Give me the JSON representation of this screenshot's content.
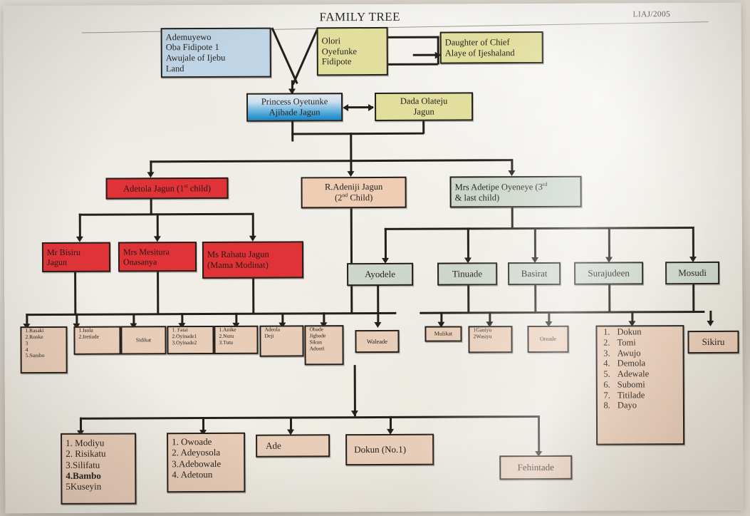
{
  "document": {
    "title": "FAMILY TREE",
    "code": "LIAJ/2005"
  },
  "nodes": {
    "ademuyewo": {
      "lines": [
        "Ademuyewo",
        "Oba Fidipote 1",
        "Awujale of Ijebu",
        "Land"
      ],
      "color": "#bfd4e4"
    },
    "olori": {
      "lines": [
        "Olori",
        "Oyefunke",
        "Fidipote"
      ],
      "color": "#e2de9d"
    },
    "daughter": {
      "lines": [
        "Daughter of Chief",
        "Alaye of Ijeshaland"
      ],
      "color": "#e2de9d"
    },
    "princess": {
      "lines": [
        "Princess Oyetunke",
        "Ajibade Jagun"
      ],
      "color": "#4aa5d8"
    },
    "dada": {
      "lines": [
        "Dada Olateju",
        "Jagun"
      ],
      "color": "#e2de9d"
    },
    "adetola": {
      "text": "Adetola Jagun (1st child)",
      "color": "#e03338"
    },
    "radeniji": {
      "lines": [
        "R.Adeniji Jagun",
        "(2nd Child)"
      ],
      "color": "#efcdb4"
    },
    "adetipe": {
      "lines": [
        "Mrs Adetipe Oyeneye (3rd",
        "& last child)"
      ],
      "color": "#ccd6cc"
    },
    "bisiru": {
      "lines": [
        "Mr Bisiru",
        "Jagun"
      ],
      "color": "#e03338"
    },
    "mesitura": {
      "lines": [
        "Mrs Mesitura",
        "Onasanya"
      ],
      "color": "#e03338"
    },
    "rahatu": {
      "lines": [
        "Ms Rahatu Jagun",
        "(Mama Modinat)"
      ],
      "color": "#e03338"
    },
    "ayodele": {
      "text": "Ayodele",
      "color": "#ccd6cc"
    },
    "tinuade": {
      "text": "Tinuade",
      "color": "#ccd6cc"
    },
    "basirat": {
      "text": "Basirat",
      "color": "#ccd6cc"
    },
    "surajudeen": {
      "text": "Surajudeen",
      "color": "#ccd6cc"
    },
    "mosudi": {
      "text": "Mosudi",
      "color": "#ccd6cc"
    },
    "rasaki": {
      "lines": [
        "1.Rasaki",
        "2.Ronke",
        "3",
        "4",
        "5.Sumbo"
      ],
      "color": "#e8cdb8"
    },
    "isola": {
      "lines": [
        "1.Isola",
        "2.Iretiade"
      ],
      "color": "#e8cdb8"
    },
    "sidikat": {
      "text": "Sidikat",
      "color": "#e8cdb8"
    },
    "fatai": {
      "lines": [
        "1. Fatai",
        "2.Oyinade1",
        "3.Oyinade2"
      ],
      "color": "#e8cdb8"
    },
    "anike": {
      "lines": [
        "1.Anike",
        "2.Nuru",
        "3.Tutu"
      ],
      "color": "#e8cdb8"
    },
    "adeola": {
      "lines": [
        "Adeola",
        "Deji"
      ],
      "color": "#e8cdb8"
    },
    "obade": {
      "lines": [
        "Obade",
        "Jigbade",
        "Sikun",
        "Adooti"
      ],
      "color": "#e8cdb8"
    },
    "waleade": {
      "text": "Waleade",
      "color": "#e8cdb8"
    },
    "mulikat": {
      "text": "Mulikat",
      "color": "#e8cdb8"
    },
    "ganiyu": {
      "lines": [
        "1Ganiyu",
        "2Wasiyu"
      ],
      "color": "#e8cdb8"
    },
    "oreade": {
      "text": "Oreade",
      "color": "#e8cdb8"
    },
    "sikiru": {
      "text": "Sikiru",
      "color": "#e8cdb8"
    },
    "dokunlist": {
      "items": [
        {
          "n": "1.",
          "name": "Dokun"
        },
        {
          "n": "2.",
          "name": "Tomi"
        },
        {
          "n": "3.",
          "name": "Awujo"
        },
        {
          "n": "4.",
          "name": "Demola"
        },
        {
          "n": "5.",
          "name": "Adewale"
        },
        {
          "n": "6.",
          "name": "Subomi"
        },
        {
          "n": "7.",
          "name": "Titilade"
        },
        {
          "n": "8.",
          "name": "Dayo"
        }
      ],
      "color": "#e8cdb8"
    },
    "modiyu": {
      "lines": [
        "1. Modiyu",
        "2. Risikatu",
        "3.Silifatu",
        "4.Bambo",
        "5Kuseyin"
      ],
      "color": "#e8cdb8"
    },
    "owoade": {
      "lines": [
        "1. Owoade",
        "2. Adeyosola",
        "3.Adebowale",
        "4. Adetoun"
      ],
      "color": "#e8cdb8"
    },
    "ade": {
      "text": "Ade",
      "color": "#e8cdb8"
    },
    "dokun1": {
      "text": "Dokun (No.1)",
      "color": "#e8cdb8"
    },
    "fehintade": {
      "text": "Fehintade",
      "color": "#e8cdb8"
    }
  }
}
